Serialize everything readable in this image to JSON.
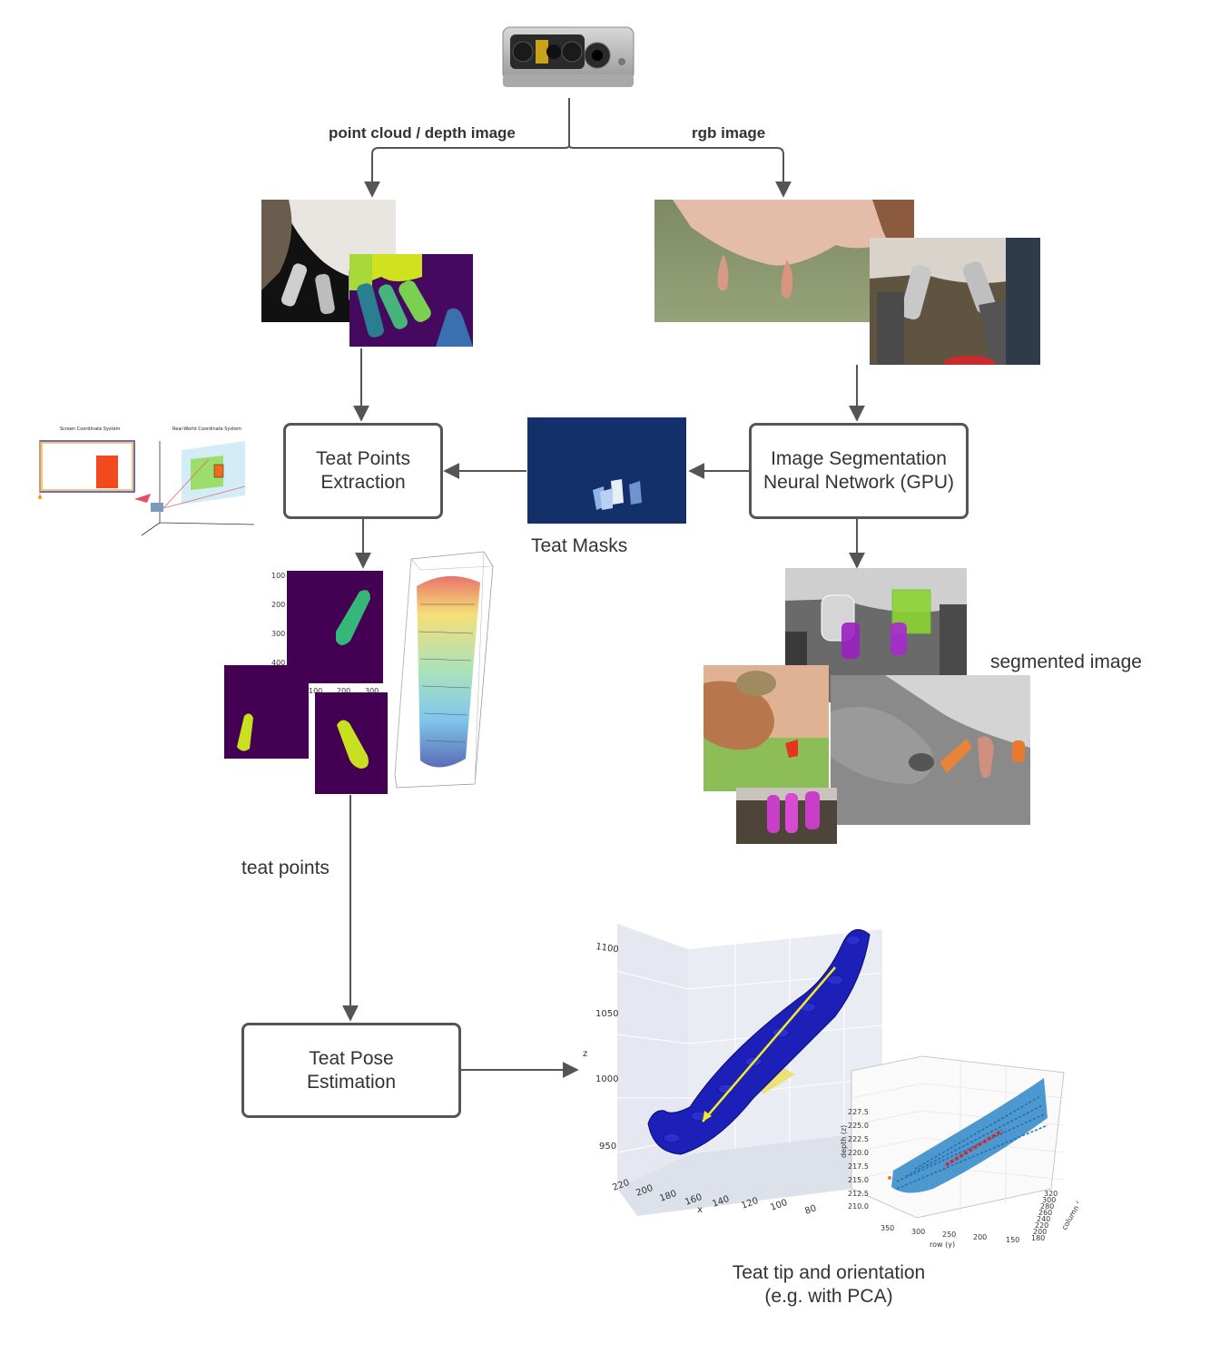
{
  "edges": {
    "point_cloud": "point cloud / depth image",
    "rgb": "rgb image",
    "teat_points": "teat points"
  },
  "nodes": {
    "teat_points_extraction": "Teat Points\nExtraction",
    "image_segmentation": "Image Segmentation\nNeural Network (GPU)",
    "teat_pose_estimation": "Teat Pose\nEstimation"
  },
  "labels": {
    "teat_masks": "Teat Masks",
    "segmented_image": "segmented image",
    "teat_tip": "Teat tip and orientation\n(e.g. with PCA)"
  },
  "plot_main": {
    "z_label": "z",
    "x_label": "x",
    "z_ticks": [
      "1100",
      "1050",
      "1000",
      "950"
    ],
    "x_ticks": [
      "220",
      "200",
      "180",
      "160",
      "140",
      "120",
      "100",
      "80"
    ]
  },
  "plot_small": {
    "y_label": "depth (z)",
    "x_label": "row (y)",
    "c_label": "column (x)",
    "y_ticks": [
      "227.5",
      "225.0",
      "222.5",
      "220.0",
      "217.5",
      "215.0",
      "212.5",
      "210.0"
    ],
    "x_ticks": [
      "350",
      "300",
      "250",
      "200",
      "150"
    ],
    "c_ticks": [
      "320",
      "300",
      "280",
      "260",
      "240",
      "220",
      "200",
      "180"
    ]
  },
  "mask_plot": {
    "y_ticks": [
      "100",
      "200",
      "300",
      "400"
    ],
    "x_ticks": [
      "100",
      "200",
      "300"
    ]
  }
}
